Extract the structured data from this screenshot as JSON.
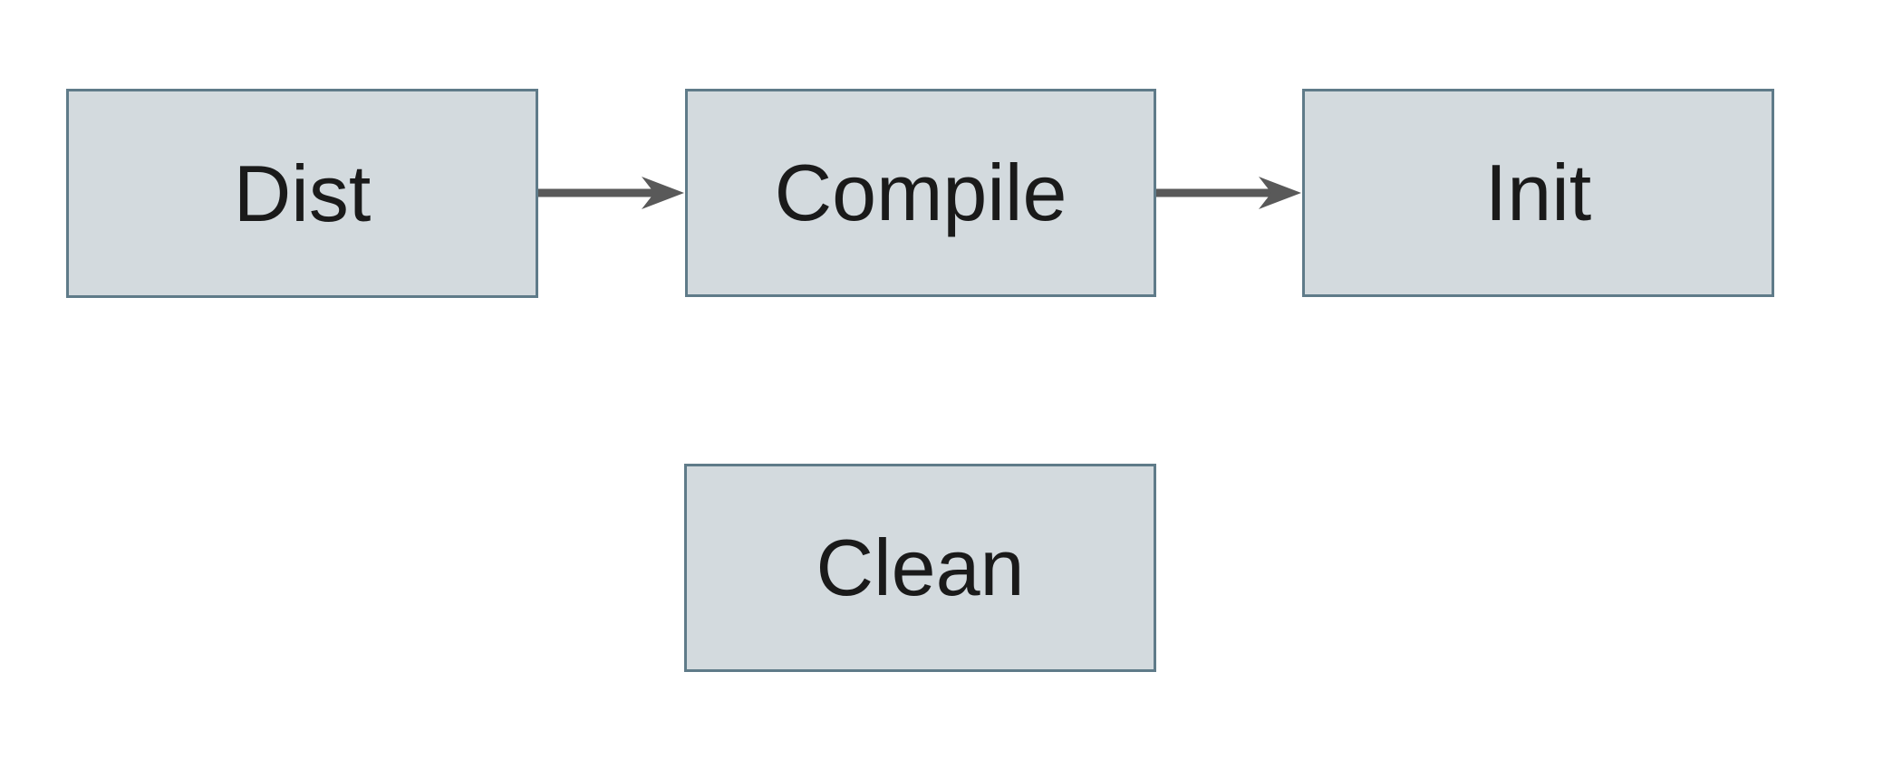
{
  "diagram": {
    "type": "flowchart",
    "nodes": [
      {
        "id": "dist",
        "label": "Dist"
      },
      {
        "id": "compile",
        "label": "Compile"
      },
      {
        "id": "init",
        "label": "Init"
      },
      {
        "id": "clean",
        "label": "Clean"
      }
    ],
    "edges": [
      {
        "from": "Dist",
        "to": "Compile",
        "style": "solid-arrow"
      },
      {
        "from": "Compile",
        "to": "Init",
        "style": "solid-arrow"
      }
    ],
    "colors": {
      "background": "#ffffff",
      "node_fill": "#d3dade",
      "node_border": "#5f7b89",
      "node_text": "#1a1a1a",
      "arrow": "#595959"
    }
  }
}
